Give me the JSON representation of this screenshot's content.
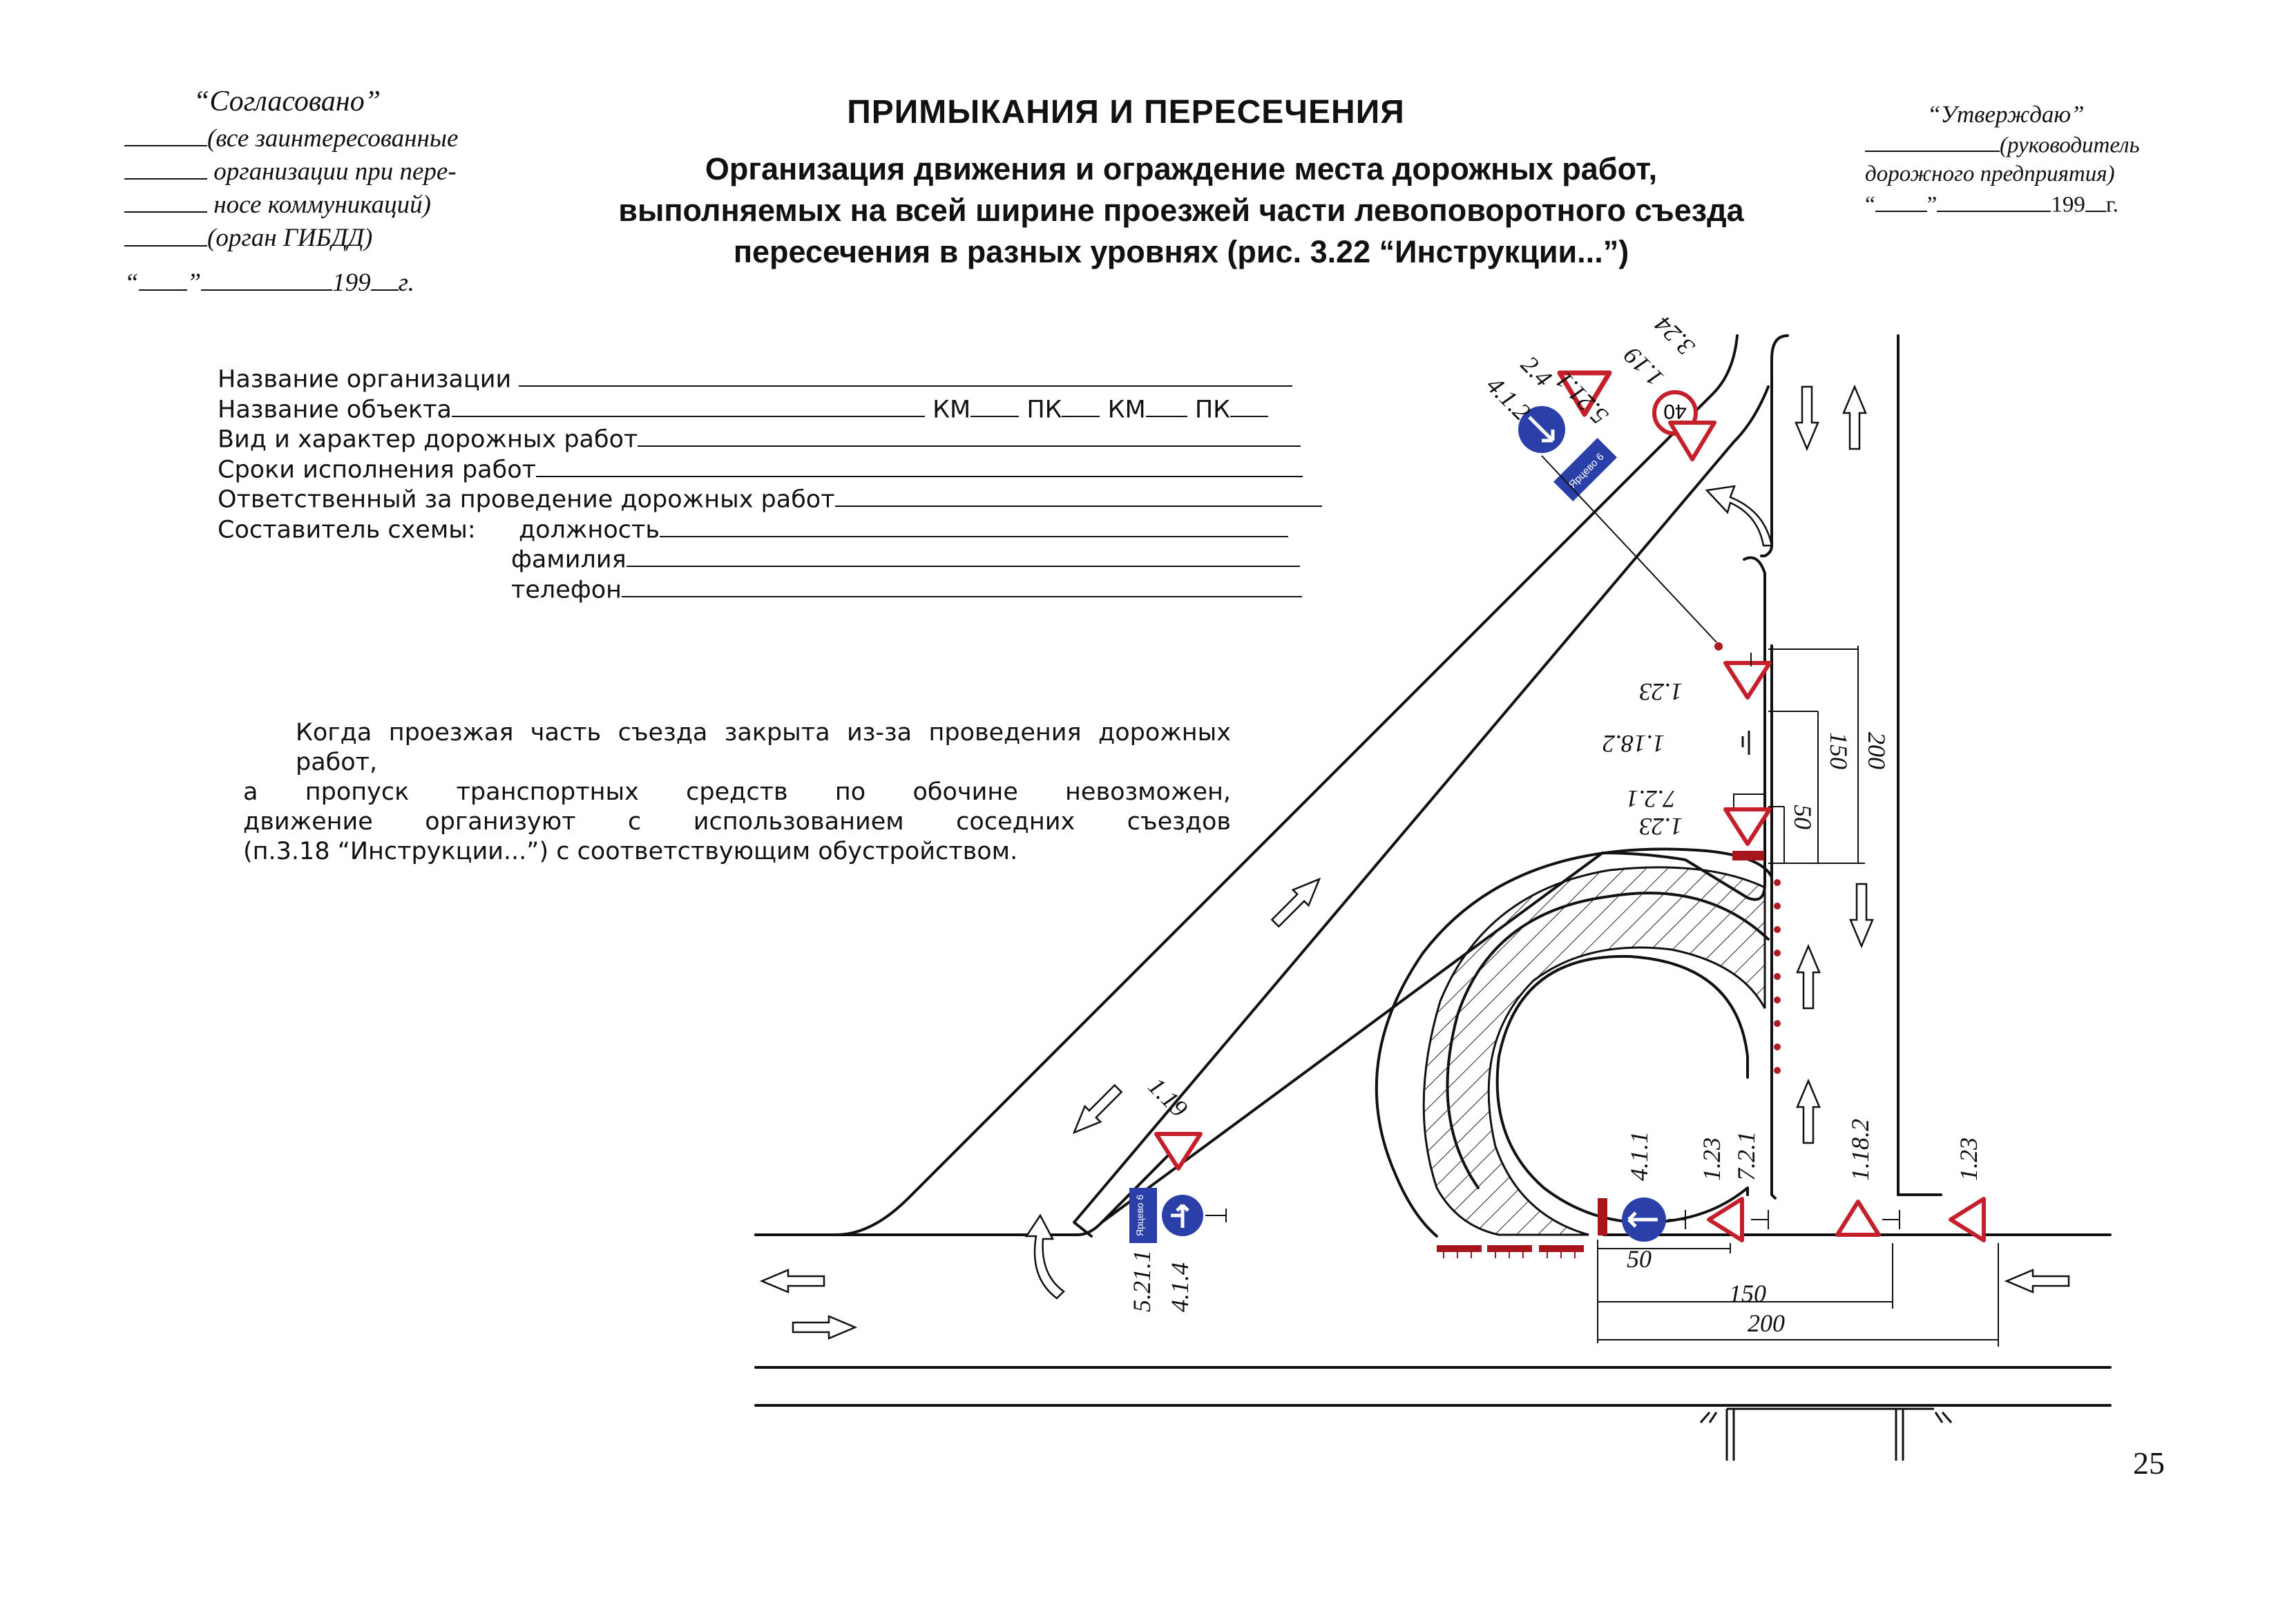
{
  "approval_left": {
    "heading": "“Согласовано”",
    "lines": [
      "(все заинтересованные",
      "организации при пере-",
      "носе коммуникаций)",
      "(орган ГИБДД)"
    ],
    "date_quote_open": "“",
    "date_quote_close": "”",
    "date_year": "199",
    "date_suffix": "г."
  },
  "approval_right": {
    "heading": "“Утверждаю”",
    "line1": "(руководитель",
    "line2": "дорожного предприятия)",
    "date_quote_open": "“",
    "date_quote_close": "”",
    "date_year": "199",
    "date_suffix": "г."
  },
  "title": "ПРИМЫКАНИЯ И ПЕРЕСЕЧЕНИЯ",
  "subtitle": [
    "Организация движения и ограждение места дорожных работ,",
    "выполняемых на всей ширине проезжей части левоповоротного съезда",
    "пересечения в разных уровнях (рис. 3.22 “Инструкции...”)"
  ],
  "form": {
    "org_name": "Название организации",
    "object_name": "Название объекта",
    "km1": "КМ",
    "pk1": "ПК",
    "km2": "КМ",
    "pk2": "ПК",
    "work_type": "Вид и характер дорожных работ",
    "deadlines": "Сроки исполнения работ",
    "responsible": "Ответственный за проведение дорожных работ",
    "author": "Составитель схемы:",
    "position": "должность",
    "surname": "фамилия",
    "phone": "телефон"
  },
  "note": [
    "Когда проезжая часть съезда закрыта из-за проведения дорожных работ,",
    "а пропуск транспортных средств по обочине невозможен,",
    "движение организуют с использованием соседних съездов",
    "(п.3.18 “Инструкции...”) с соответствующим обустройством."
  ],
  "scheme": {
    "labels": {
      "top_2_4": "2.4",
      "top_4_1_2": "4.1.2",
      "top_5_21_1": "5.21.1",
      "top_1_19": "1.19",
      "top_3_24": "3.24",
      "speed_limit": "40",
      "right_1_23_a": "1.23",
      "right_1_18_2": "1.18.2",
      "right_7_2_1": "7.2.1",
      "right_1_23_b": "1.23",
      "diag_1_19": "1.19",
      "bottom_5_21_1": "5.21.1",
      "bottom_4_1_4": "4.1.4",
      "bottom_4_1_1": "4.1.1",
      "bottom_1_23_a": "1.23",
      "bottom_7_2_1": "7.2.1",
      "bottom_1_18_2": "1.18.2",
      "bottom_1_23_b": "1.23",
      "plate_text": "Ярцево 6"
    },
    "dimensions": {
      "v_50": "50",
      "v_150": "150",
      "v_200": "200",
      "h_50": "50",
      "h_150": "150",
      "h_200": "200"
    },
    "colors": {
      "sign_red": "#c41f2a",
      "sign_blue": "#2a3fa8",
      "barrier_red": "#a8151c",
      "cone_red": "#b01c24",
      "line": "#111111"
    }
  },
  "page_number": "25"
}
